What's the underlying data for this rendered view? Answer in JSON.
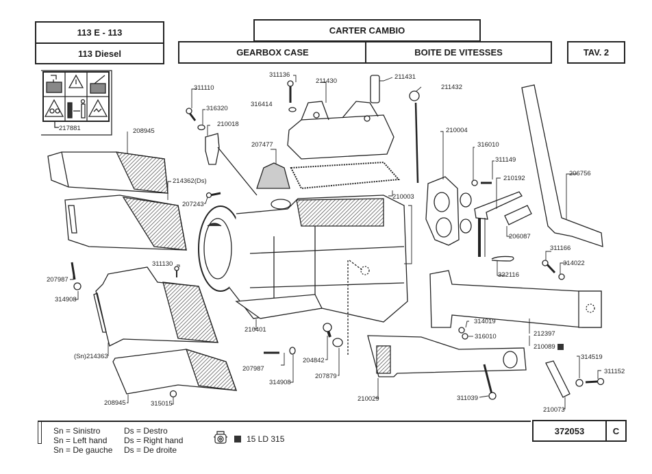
{
  "header": {
    "model_top": "113 E - 113",
    "model_bottom": "113 Diesel",
    "title_it": "CARTER CAMBIO",
    "title_en": "GEARBOX CASE",
    "title_fr": "BOITE DE VITESSES",
    "table_no": "TAV. 2"
  },
  "footer": {
    "legend_sn": [
      "Sn = Sinistro",
      "Sn = Left hand",
      "Sn = De gauche"
    ],
    "legend_ds": [
      "Ds = Destro",
      "Ds = Right hand",
      "Ds = De droite"
    ],
    "engine_icon": "engine-icon",
    "engine_marker_color": "#333333",
    "engine_model": "15 LD 315",
    "doc_number": "372053",
    "revision": "C"
  },
  "safety_decal": {
    "part": "217881",
    "icons": [
      "manual-operator-icon",
      "warning-triangle-icon",
      "manual-lever-icon",
      "entanglement-warning-icon",
      "keep-distance-icon",
      "hand-crush-warning-icon"
    ]
  },
  "parts": {
    "p311136": "311136",
    "p211430": "211430",
    "p211431": "211431",
    "p211432": "211432",
    "p311110": "311110",
    "p316414": "316414",
    "p316320": "316320",
    "p210018": "210018",
    "p208945a": "208945",
    "p207477": "207477",
    "p210004": "210004",
    "p316010a": "316010",
    "p311149": "311149",
    "p210192": "210192",
    "p206756": "206756",
    "p214362": "214362(Ds)",
    "p210003": "210003",
    "p207243": "207243",
    "p206087": "206087",
    "p311166": "311166",
    "p314022": "314022",
    "p311130": "311130",
    "p322116": "322116",
    "p207987a": "207987",
    "p314908a": "314908",
    "p314019": "314019",
    "p316010b": "316010",
    "p212397": "212397",
    "p210089": "210089",
    "p210401": "210401",
    "p214363": "(Sn)214363",
    "p204842": "204842",
    "p207987b": "207987",
    "p314908b": "314908",
    "p207879": "207879",
    "p314519": "314519",
    "p311152": "311152",
    "p210029": "210029",
    "p311039": "311039",
    "p208945b": "208945",
    "p315015": "315015",
    "p210073": "210073"
  }
}
